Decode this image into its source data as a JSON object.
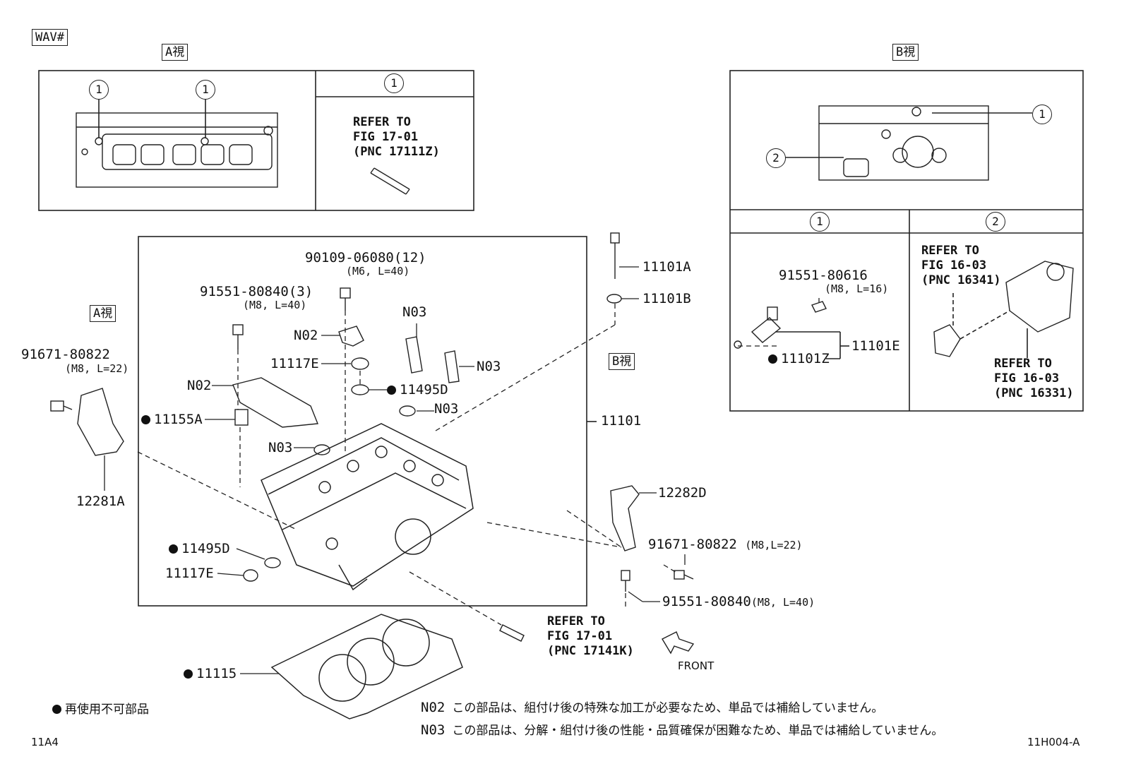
{
  "labels": {
    "wav": "WAV#",
    "view_a": "A視",
    "view_b": "B視",
    "circ1": "1",
    "circ2": "2",
    "refer_a": "REFER TO\nFIG 17-01\n(PNC 17111Z)",
    "refer_b1": "REFER TO\nFIG 16-03\n(PNC 16341)",
    "refer_b2": "REFER TO\nFIG 16-03\n(PNC 16331)",
    "refer_main": "REFER TO\nFIG 17-01\n(PNC 17141K)",
    "p_90109": "90109-06080(12)",
    "p_90109_spec": "(M6, L=40)",
    "p_91551a": "91551-80840(3)",
    "p_91551a_spec": "(M8, L=40)",
    "p_91671a": "91671-80822",
    "p_91671a_spec": "(M8, L=22)",
    "p_n02a": "N02",
    "p_n02b": "N02",
    "p_n03a": "N03",
    "p_n03b": "N03",
    "p_n03c": "N03",
    "p_n03d": "N03",
    "p_11117e_top": "11117E",
    "p_11495d_top": "11495D",
    "p_11155a": "11155A",
    "p_11101": "11101",
    "p_11101a": "11101A",
    "p_11101b": "11101B",
    "p_12281a": "12281A",
    "p_12282d": "12282D",
    "p_91671b": "91671-80822",
    "p_91671b_spec": "(M8,L=22)",
    "p_91551b": "91551-80840",
    "p_91551b_spec": "(M8, L=40)",
    "p_11495d_bot": "11495D",
    "p_11117e_bot": "11117E",
    "p_11115": "11115",
    "p_91551c": "91551-80616",
    "p_91551c_spec": "(M8, L=16)",
    "p_11101e": "11101E",
    "p_11101z": "11101Z",
    "front": "FRONT",
    "legend_nonreuse": "再使用不可部品",
    "note_n02_code": "N02",
    "note_n02_text": "この部品は、組付け後の特殊な加工が必要なため、単品では補給していません。",
    "note_n03_code": "N03",
    "note_n03_text": "この部品は、分解・組付け後の性能・品質確保が困難なため、単品では補給していません。",
    "page_code": "11A4",
    "fig_code": "11H004-A"
  }
}
